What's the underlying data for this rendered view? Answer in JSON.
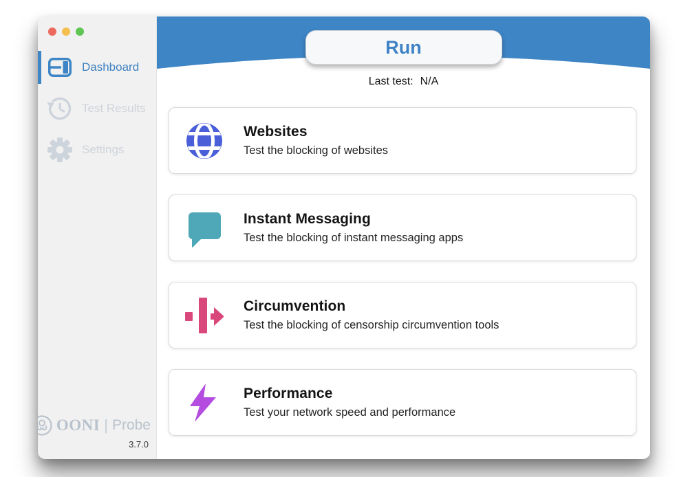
{
  "window": {
    "traffic_lights": [
      {
        "name": "close",
        "color": "#ed6a5e"
      },
      {
        "name": "minimize",
        "color": "#f4bf4f"
      },
      {
        "name": "zoom",
        "color": "#61c554"
      }
    ]
  },
  "sidebar": {
    "items": [
      {
        "label": "Dashboard",
        "icon": "dashboard-icon",
        "active": true,
        "color": "#3e82c1"
      },
      {
        "label": "Test Results",
        "icon": "history-icon",
        "active": false,
        "color": "#cdd4db"
      },
      {
        "label": "Settings",
        "icon": "gear-icon",
        "active": false,
        "color": "#cdd4db"
      }
    ],
    "branding": {
      "logo": "ooni-octopus-logo",
      "brand": "OONI",
      "divider": "|",
      "product": "Probe",
      "version": "3.7.0"
    }
  },
  "header": {
    "band_color": "#3e85c5",
    "run_label": "Run",
    "last_test_label": "Last test:",
    "last_test_value": "N/A"
  },
  "cards": [
    {
      "title": "Websites",
      "subtitle": "Test the blocking of websites",
      "icon": "globe-icon",
      "icon_color": "#4a5fd8"
    },
    {
      "title": "Instant Messaging",
      "subtitle": "Test the blocking of instant messaging apps",
      "icon": "chat-bubble-icon",
      "icon_color": "#4fa8b8"
    },
    {
      "title": "Circumvention",
      "subtitle": "Test the blocking of censorship circumvention tools",
      "icon": "arrow-through-wall-icon",
      "icon_color": "#d9487a"
    },
    {
      "title": "Performance",
      "subtitle": "Test your network speed and performance",
      "icon": "lightning-bolt-icon",
      "icon_color": "#b44ce0"
    }
  ]
}
